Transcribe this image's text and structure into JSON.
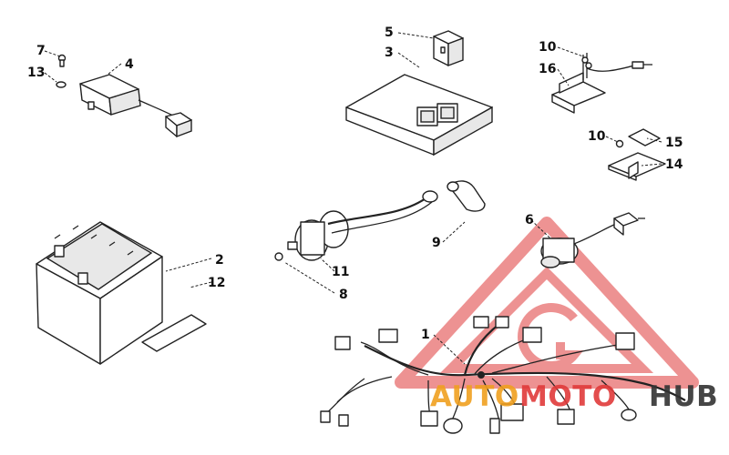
{
  "callouts": {
    "c1": "1",
    "c2": "2",
    "c3": "3",
    "c4": "4",
    "c5": "5",
    "c6": "6",
    "c7": "7",
    "c8": "8",
    "c9": "9",
    "c10a": "10",
    "c10b": "10",
    "c11": "11",
    "c12": "12",
    "c13": "13",
    "c14": "14",
    "c15": "15",
    "c16": "16"
  },
  "watermark": {
    "part1": "AUTO",
    "part2": "MOTO",
    "part3": "HUB"
  },
  "colors": {
    "line": "#222222",
    "watermark_red": "#e03a3a",
    "watermark_orange": "#f0a020",
    "watermark_gray": "#333333"
  }
}
